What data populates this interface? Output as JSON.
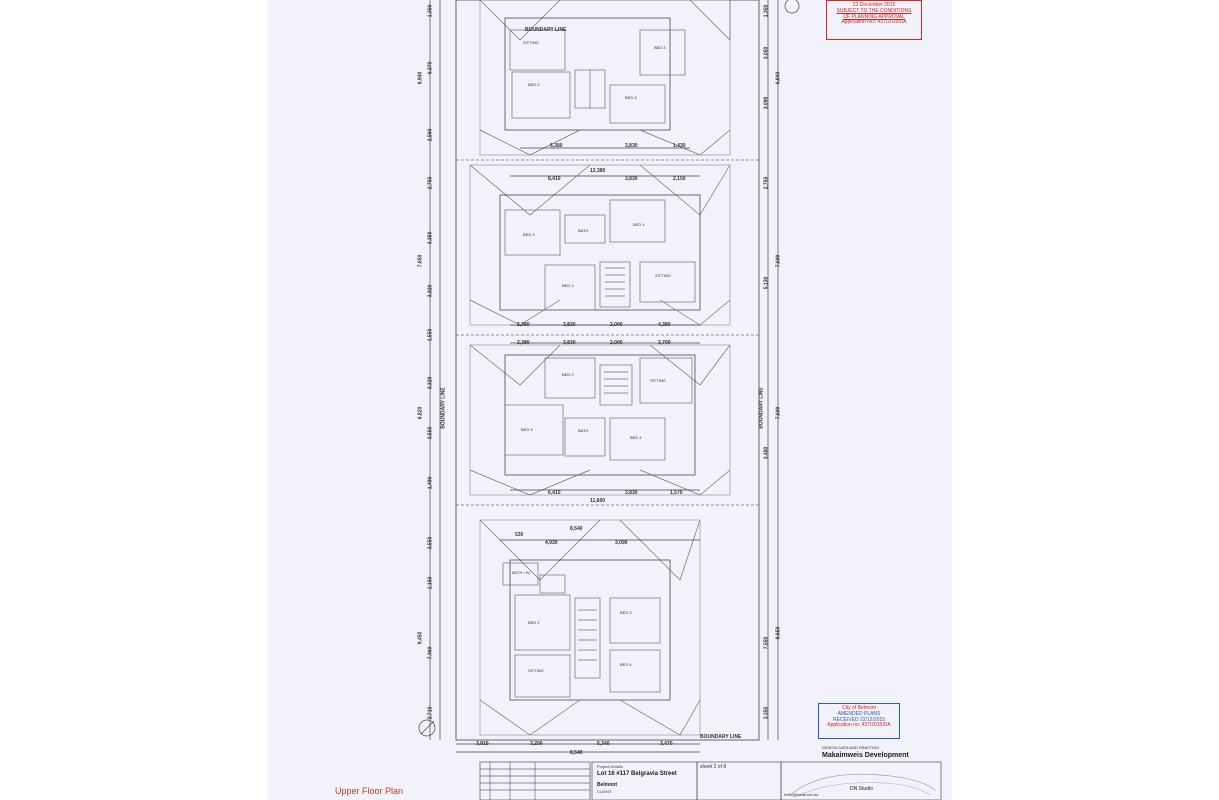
{
  "page": {
    "footer_label": "Upper Floor Plan"
  },
  "stamp_top": {
    "date": "23 December 2015",
    "line1": "SUBJECT TO THE CONDITIONS",
    "line2": "OF PLANNING APPROVAL",
    "app": "Application NO: 437/2015/DA"
  },
  "stamp_bottom": {
    "org": "City of Belmont",
    "title": "AMENDED PLANS",
    "received": "RECEIVED 22/12/2015",
    "app": "Application no: 437/2015/DA"
  },
  "labels": {
    "boundary_top": "BOUNDARY LINE",
    "boundary_left": "BOUNDARY LINE",
    "boundary_right": "BOUNDARY LINE",
    "boundary_bottom": "BOUNDARY LINE"
  },
  "rooms": {
    "sitting1": "SITTING",
    "bed1_4": "BED 4",
    "bed1_2": "BED 2",
    "bed1_3": "BED 3",
    "bed2_3": "BED 3",
    "bed2_4": "BED 4",
    "bed2_2": "BED 2",
    "sitting2": "SITTING",
    "bath2": "BATH",
    "bed3_2": "BED 2",
    "sitting3": "SITTING",
    "bed3_3": "BED 3",
    "bed3_4": "BED 4",
    "bath3": "BATH",
    "bath4": "BATH / W",
    "bed4_2": "BED 2",
    "bed4_3": "BED 3",
    "bed4_4": "BED 4",
    "sitting4": "SITTING"
  },
  "dims": {
    "u1_a": "6,380",
    "u1_b": "3,830",
    "u1_c": "1,430",
    "u2_a": "8,410",
    "u2_total": "12,380",
    "u2_b": "3,830",
    "u2_c": "2,150",
    "u2_d": "2,380",
    "u2_e": "3,820",
    "u2_f": "2,000",
    "u2_g": "4,380",
    "u3_a": "2,380",
    "u3_b": "3,830",
    "u3_c": "2,000",
    "u3_d": "3,700",
    "u3_e": "6,410",
    "u3_total": "11,660",
    "u3_f": "3,830",
    "u3_g": "1,570",
    "u4_a": "530",
    "u4_total": "8,540",
    "u4_b": "4,930",
    "u4_c": "3,090",
    "bot_a": "3,910",
    "bot_b": "3,200",
    "bot_c": "5,340",
    "bot_d": "3,470",
    "bot_total": "8,540",
    "lv1": "1,350",
    "lv2": "6,370",
    "lv3": "2,560",
    "lv4": "2,750",
    "lv5": "3,350",
    "lv6": "3,320",
    "lv7": "1,550",
    "lv8": "3,320",
    "lv9": "3,550",
    "lv10": "1,480",
    "lv11": "3,550",
    "lv12": "1,150",
    "lv13": "7,460",
    "lv14": "2,710",
    "lv_t1": "6,940",
    "lv_t2": "7,650",
    "lv_t3": "6,820",
    "lv_t4": "9,450",
    "rv1": "1,350",
    "rv2": "3,050",
    "rv3": "3,090",
    "rv4": "2,750",
    "rv5": "3,480",
    "rv6": "7,550",
    "rv7": "3,350",
    "rv_t1": "6,940",
    "rv_t2": "7,600",
    "rv_t3": "7,600",
    "rv_t4": "9,650",
    "rv_t5": "5,130"
  },
  "title_block": {
    "project_hdr": "Project Details",
    "project": "Lot 16 #117 Belgravia Street",
    "suburb": "Belmont",
    "client": "CLIENT:",
    "sheet_label": "sheet",
    "sheet_no": "2",
    "sheet_of": "of",
    "sheet_total": "8",
    "dev_sub": "DESIGN DATA AND DRAFTING",
    "developer": "Makaimweis Development",
    "studio": "DN Studio",
    "email": "hello@hmail.net.au"
  }
}
